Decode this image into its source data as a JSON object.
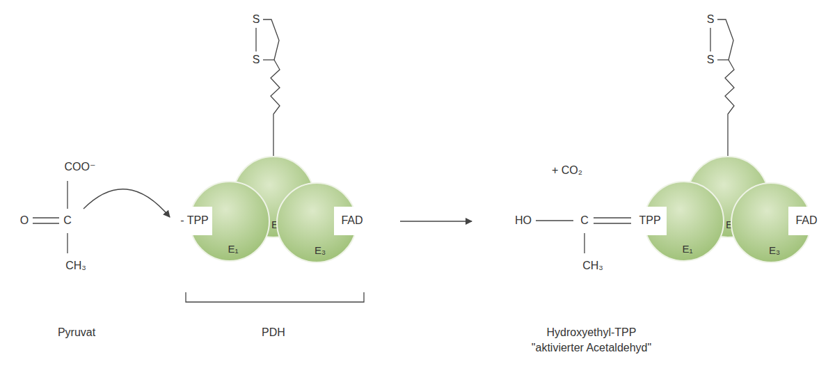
{
  "diagram": {
    "nodes": [
      {
        "text": [
          "E₂"
        ]
      },
      {
        "text": [
          "E₁"
        ]
      },
      {
        "text": [
          "- TPP"
        ],
        "in": 1
      },
      {
        "text": [
          "E₃"
        ]
      },
      {
        "text": [
          "FAD"
        ],
        "in": 3
      },
      {
        "text": [
          "E₂"
        ]
      },
      {
        "text": [
          "E₁"
        ]
      },
      {
        "text": [
          "TPP"
        ],
        "in": 6
      },
      {
        "text": [
          "E₃"
        ]
      },
      {
        "text": [
          "FAD"
        ],
        "in": 8
      }
    ],
    "labels": [
      "S",
      "S",
      "S",
      "S",
      "COO⁻",
      "O",
      "C",
      "CH₃",
      "+ CO₂",
      "HO",
      "C",
      "CH₃",
      "Pyruvat",
      "PDH",
      "Hydroxyethyl-TPP",
      "\"aktivierter Acetaldehyd\""
    ]
  }
}
